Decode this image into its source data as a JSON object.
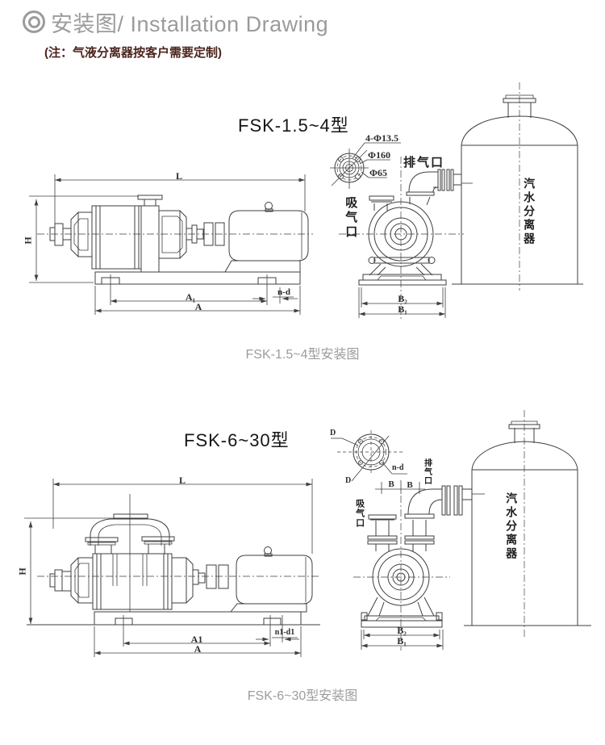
{
  "header": {
    "icon": "double-circle",
    "title": "安装图/ Installation Drawing",
    "note": "(注：气液分离器按客户需要定制)"
  },
  "colors": {
    "line": "#3f3f3f",
    "title_gray": "#9b9b9b",
    "caption_gray": "#9c9c9c",
    "note_maroon": "#4c241d"
  },
  "drawing1": {
    "title": "FSK-1.5~4型",
    "caption": "FSK-1.5~4型安装图",
    "flange_detail": {
      "bolt_spec": "4-Φ13.5",
      "flange_dia": "Φ160",
      "port_dia": "Φ65"
    },
    "labels": {
      "exhaust_port": "排气口",
      "suction_port": "吸气口",
      "separator": "汽水分离器"
    },
    "dims": {
      "L": "L",
      "H": "H",
      "A1": "A₁",
      "A": "A",
      "n_d": "n-d",
      "B2": "B₂",
      "B1": "B₁"
    }
  },
  "drawing2": {
    "title": "FSK-6~30型",
    "caption": "FSK-6~30型安装图",
    "flange_detail": {
      "D_top": "D",
      "D_bottom": "D",
      "n_d": "n-d"
    },
    "labels": {
      "exhaust_port": "排气口",
      "suction_port": "吸气口",
      "separator": "汽水分离器"
    },
    "dims": {
      "L": "L",
      "H": "H",
      "A1": "A1",
      "A": "A",
      "n1_d1": "n1-d1",
      "B2": "B₂",
      "B1": "B₁",
      "B_left": "B",
      "B_right": "B"
    }
  }
}
